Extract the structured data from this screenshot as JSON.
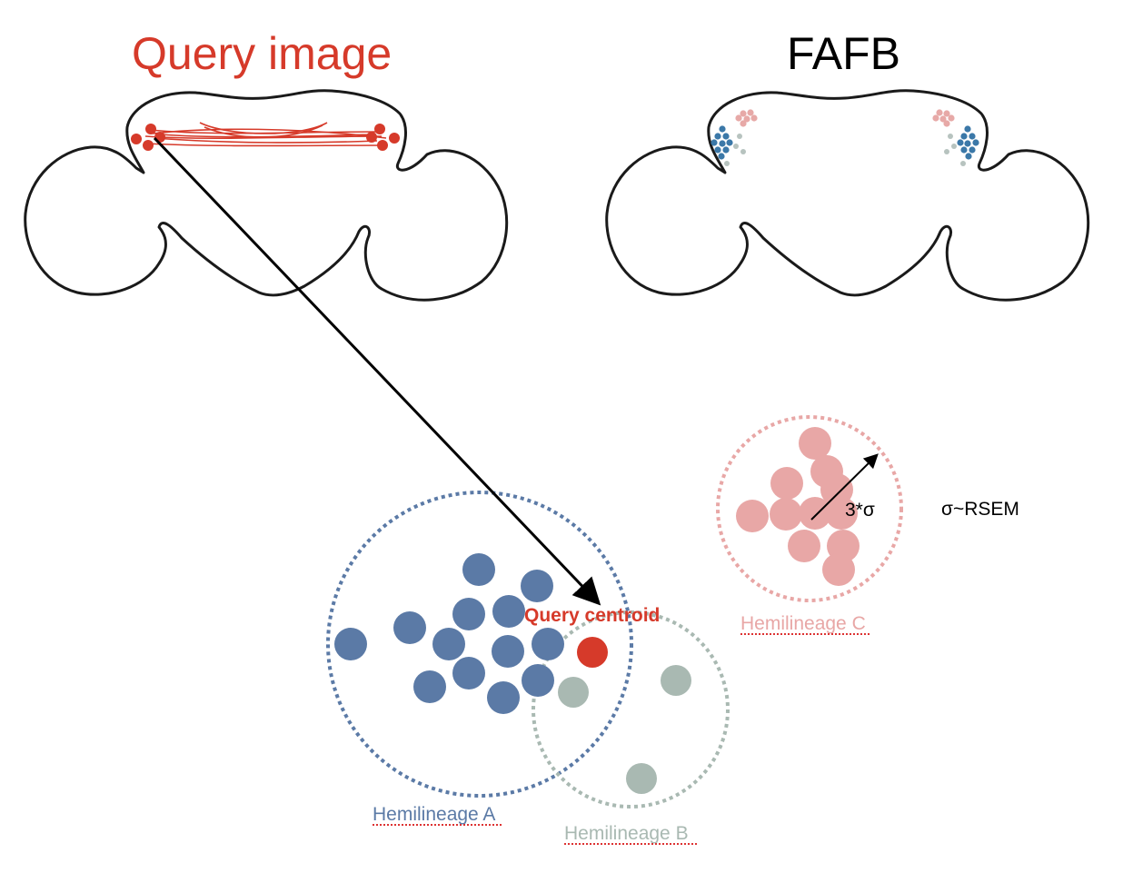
{
  "titles": {
    "query": "Query image",
    "reference": "FAFB"
  },
  "labels": {
    "query_centroid": "Query centroid",
    "radius": "3*σ",
    "sigma_def": "σ~RSEM",
    "hemilineage_a": "Hemilineage A",
    "hemilineage_b": "Hemilineage B",
    "hemilineage_c": "Hemilineage C"
  },
  "colors": {
    "query": "#d63a2a",
    "hemilineage_a": "#5b7aa6",
    "hemilineage_b": "#a9b9b2",
    "hemilineage_c": "#e8a7a6",
    "fafb_blue": "#3b78a8",
    "fafb_pink": "#e7a9a7",
    "fafb_gray": "#b7c3bf",
    "outline": "#1a1a1a"
  }
}
